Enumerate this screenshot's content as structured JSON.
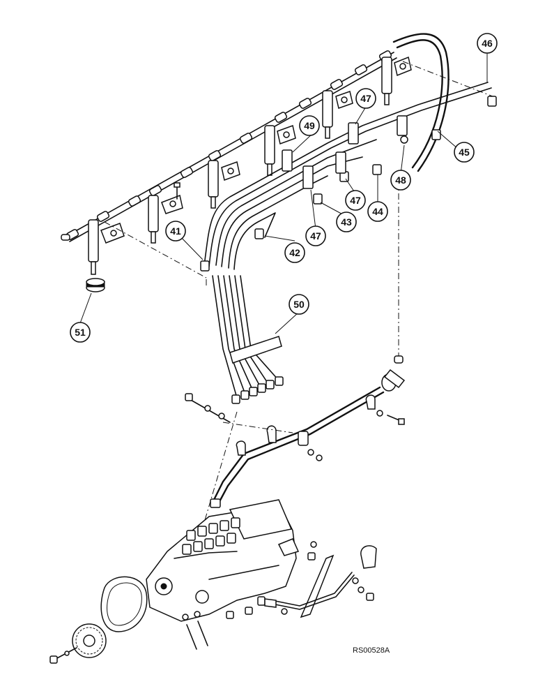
{
  "figure": {
    "reference_code": "RS00528A"
  },
  "callouts": [
    {
      "id": "41",
      "label": "41"
    },
    {
      "id": "42",
      "label": "42"
    },
    {
      "id": "43",
      "label": "43"
    },
    {
      "id": "44",
      "label": "44"
    },
    {
      "id": "45",
      "label": "45"
    },
    {
      "id": "46",
      "label": "46"
    },
    {
      "id": "47a",
      "label": "47"
    },
    {
      "id": "47b",
      "label": "47"
    },
    {
      "id": "47c",
      "label": "47"
    },
    {
      "id": "48",
      "label": "48"
    },
    {
      "id": "49",
      "label": "49"
    },
    {
      "id": "50",
      "label": "50"
    },
    {
      "id": "51",
      "label": "51"
    }
  ]
}
